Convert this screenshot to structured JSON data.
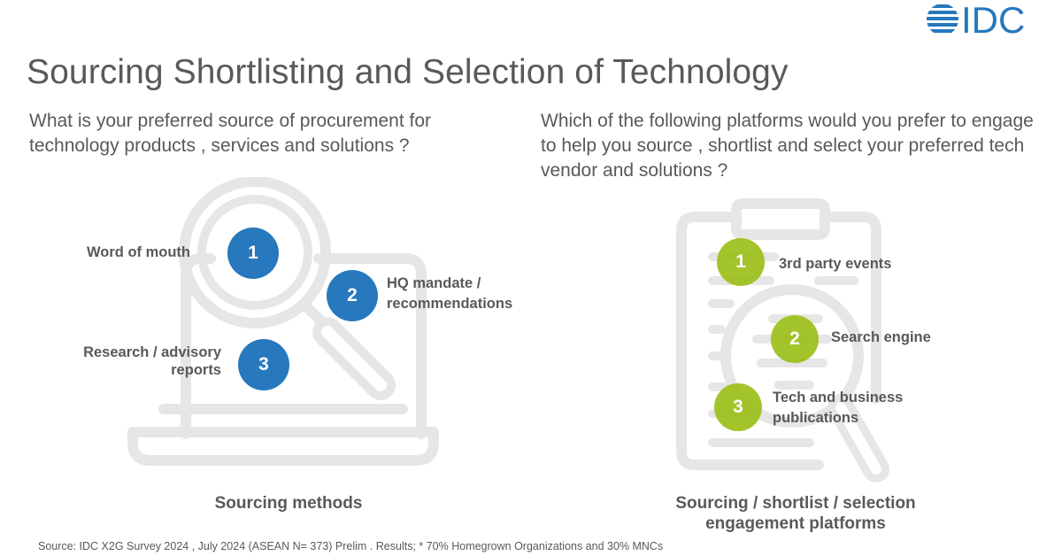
{
  "brand": {
    "logo_text": "IDC",
    "accent_color": "#2778bd"
  },
  "title": "Sourcing Shortlisting and Selection of Technology",
  "left_panel": {
    "question": "What is your preferred source of procurement for technology products  , services and solutions  ?",
    "illustration_icon": "laptop-magnifier-icon",
    "items": [
      {
        "rank": "1",
        "label": "Word of mouth"
      },
      {
        "rank": "2",
        "label_line1": "HQ mandate  /",
        "label_line2": "recommendations"
      },
      {
        "rank": "3",
        "label_line1": "Research /  advisory",
        "label_line2": "reports"
      }
    ],
    "caption": "Sourcing methods",
    "badge_color": "#2778bd"
  },
  "right_panel": {
    "question": "Which of the following platforms would you prefer to engage to help you source  , shortlist and select your preferred tech vendor and solutions    ?",
    "illustration_icon": "clipboard-magnifier-icon",
    "items": [
      {
        "rank": "1",
        "label": "3rd party events"
      },
      {
        "rank": "2",
        "label": "Search engine"
      },
      {
        "rank": "3",
        "label_line1": "Tech and business",
        "label_line2": "publications"
      }
    ],
    "caption_line1": "Sourcing /  shortlist  /  selection",
    "caption_line2": "engagement platforms",
    "badge_color": "#9bc019"
  },
  "source_note": "Source: IDC X2G Survey 2024 , July 2024  (ASEAN N= 373) Prelim . Results; * 70% Homegrown Organizations and   30% MNCs"
}
